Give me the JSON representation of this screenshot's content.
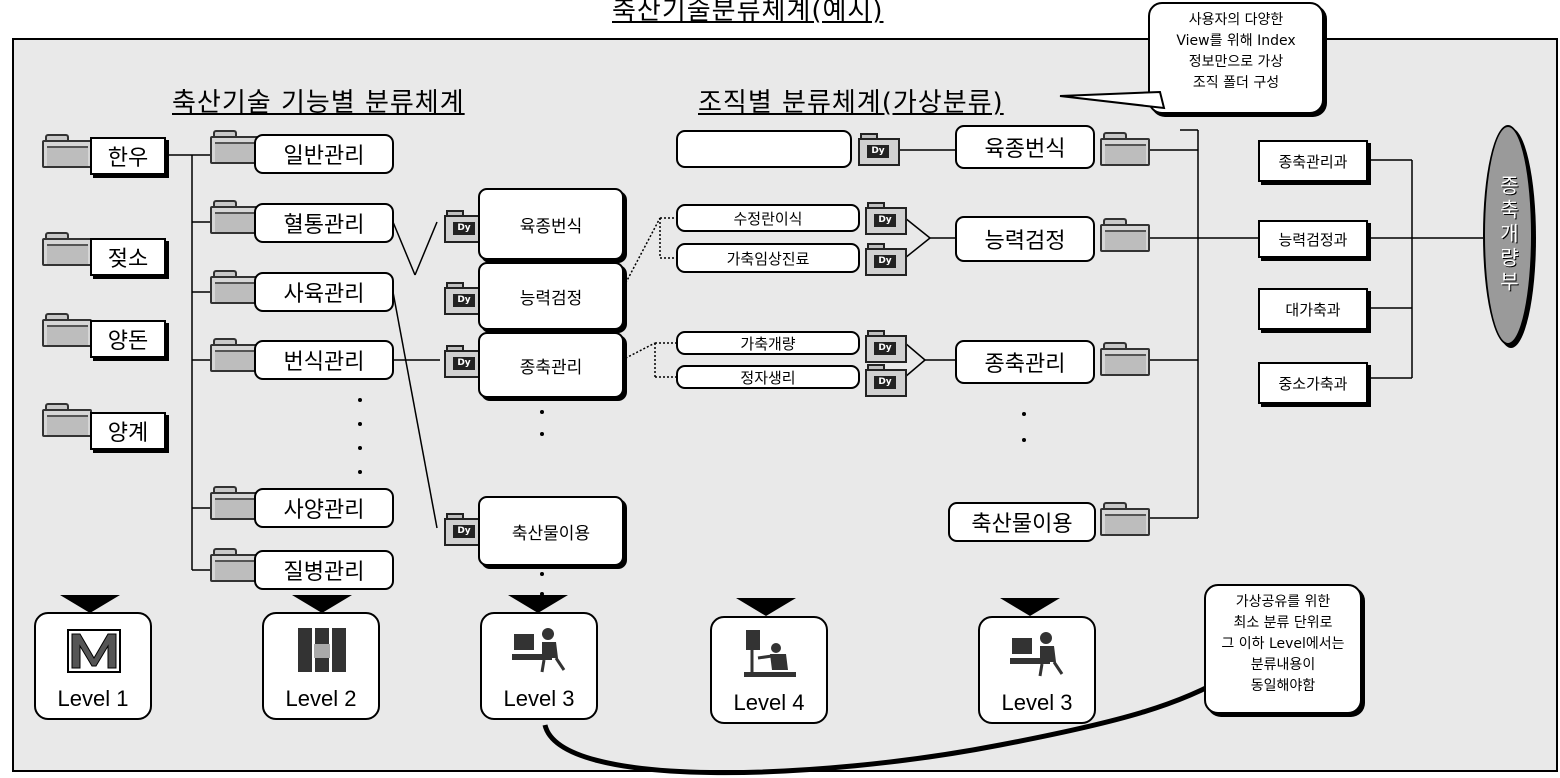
{
  "page_title": "축산기술분류체계(예시)",
  "left_heading": "축산기술 기능별 분류체계",
  "center_heading": "조직별 분류체계(가상분류)",
  "level1_folders": [
    "한우",
    "젖소",
    "양돈",
    "양계"
  ],
  "level2_folders": [
    "일반관리",
    "혈통관리",
    "사육관리",
    "번식관리",
    "사양관리",
    "질병관리"
  ],
  "level3_virtual": [
    "육종번식",
    "능력검정",
    "종축관리",
    "축산물이용"
  ],
  "level4_virtual": [
    "수정란이식",
    "가축임상진료",
    "가축개량",
    "정자생리"
  ],
  "org_level3_folders": [
    "육종번식",
    "능력검정",
    "종축관리",
    "축산물이용"
  ],
  "departments": [
    "종축관리과",
    "능력검정과",
    "대가축과",
    "중소가축과"
  ],
  "ministry_label": "종축개량부",
  "level_labels": [
    "Level 1",
    "Level 2",
    "Level 3",
    "Level 4",
    "Level 3"
  ],
  "callout_top": [
    "사용자의 다양한",
    "View를 위해 Index",
    "정보만으로 가상",
    "조직 폴더 구성"
  ],
  "callout_bottom": [
    "가상공유를 위한",
    "최소 분류 단위로",
    "그 이하 Level에서는",
    "분류내용이",
    "동일해야함"
  ],
  "icons": {
    "folder": "folder-icon",
    "virtual_folder": "virtual-folder-icon",
    "level1": "book-icon",
    "level2": "server-icon",
    "level3": "workstation-icon",
    "level4": "engineer-icon"
  },
  "colors": {
    "background": "#e9e9e9",
    "box": "#ffffff",
    "line": "#000000",
    "oval": "#9a9a9a"
  }
}
